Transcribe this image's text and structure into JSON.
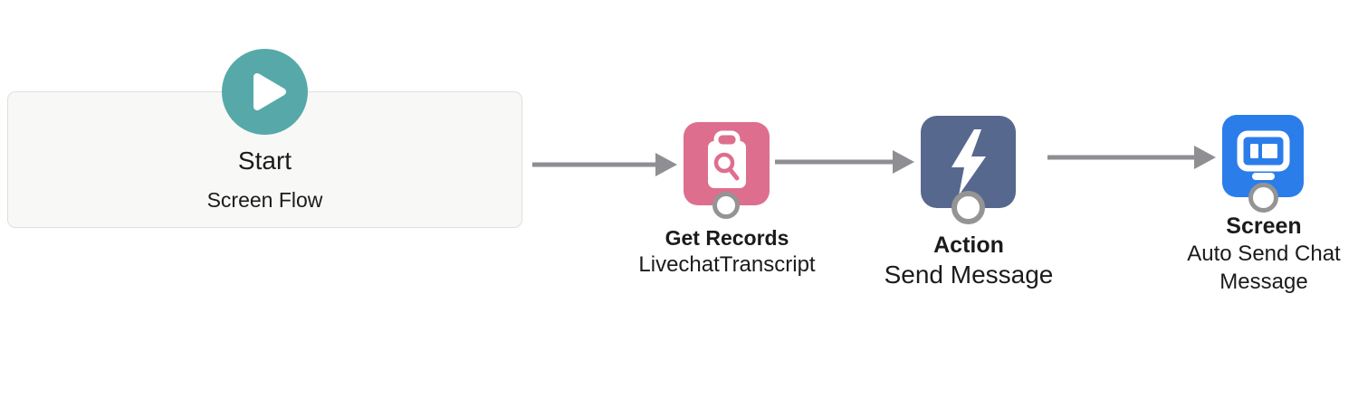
{
  "app": {
    "name": "Flow Builder Canvas"
  },
  "colors": {
    "start_accent": "#57A9A9",
    "get_records": "#DE6E8E",
    "action": "#57688F",
    "screen": "#2B7DE9",
    "connector": "#8E8E93",
    "ring": "#949494",
    "text": "#1B1B1B",
    "start_box_fill": "#F8F8F6",
    "start_box_border": "#DFDFDC"
  },
  "nodes": {
    "start": {
      "title": "Start",
      "subtitle": "Screen Flow",
      "icon": "play-icon"
    },
    "get_records": {
      "title": "Get Records",
      "subtitle": "LivechatTranscript",
      "icon": "record-lookup-clipboard-icon"
    },
    "action": {
      "title": "Action",
      "subtitle": "Send Message",
      "icon": "lightning-bolt-icon"
    },
    "screen": {
      "title": "Screen",
      "subtitle": "Auto Send Chat Message",
      "icon": "screen-monitor-icon"
    }
  },
  "connectors": [
    {
      "from": "start",
      "to": "get_records"
    },
    {
      "from": "get_records",
      "to": "action"
    },
    {
      "from": "action",
      "to": "screen"
    }
  ]
}
